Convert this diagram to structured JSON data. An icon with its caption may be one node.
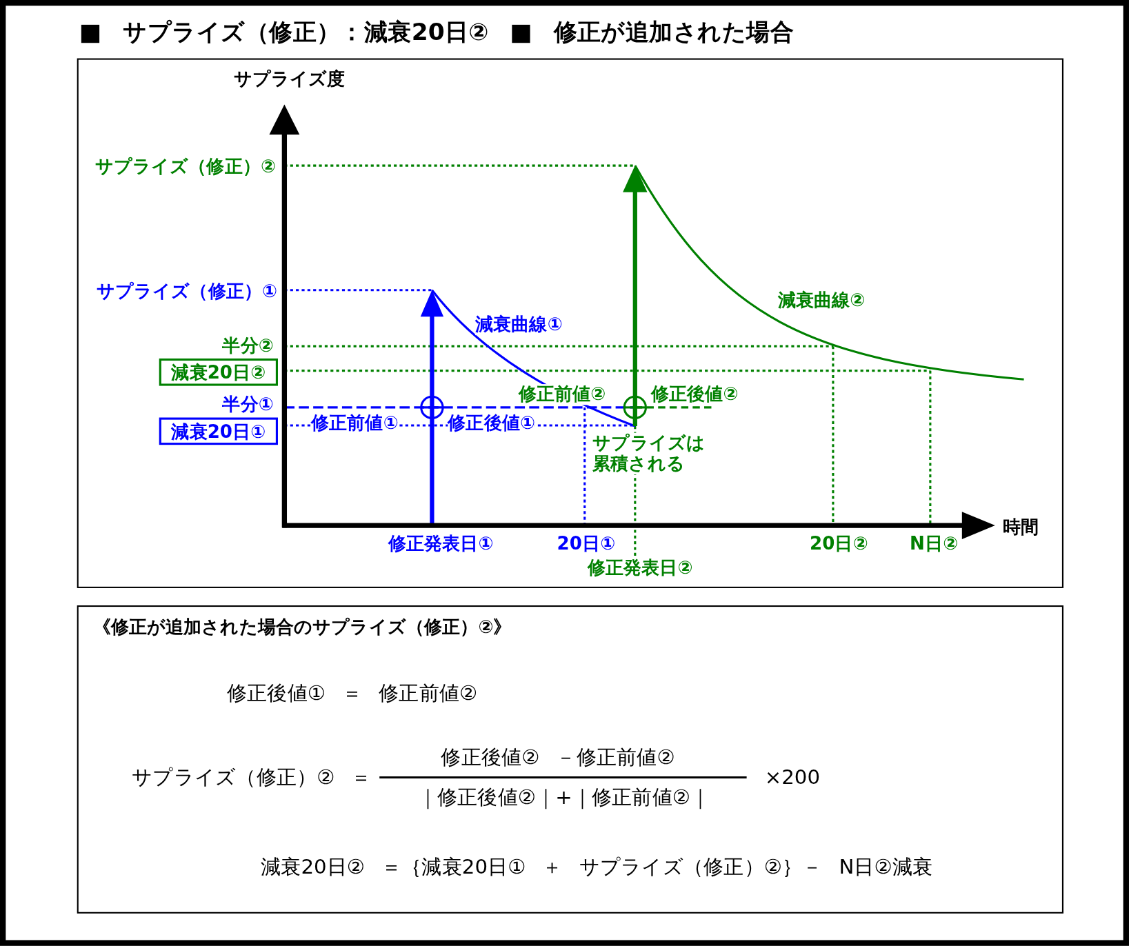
{
  "diagram": {
    "title": "■ サプライズ（修正）：減衰20日② ■ 修正が追加された場合",
    "nodes": [
      {
        "text": [],
        "shape": "box"
      },
      {
        "text": [
          "減衰20日②"
        ],
        "in": 0
      },
      {
        "text": [
          "減衰20日①"
        ],
        "in": 0
      },
      {
        "text": [
          "《修正が追加された場合のサプライズ（修正）②》"
        ]
      }
    ],
    "labels": [
      "サプライズ度",
      "サプライズ（修正）②",
      "サプライズ（修正）①",
      "減衰曲線②",
      "減衰曲線①",
      "半分②",
      "修正前値②",
      "修正後値②",
      "半分①",
      "修正前値①",
      "修正後値①",
      "サプライズは累積される",
      "時間",
      "修正発表日①",
      "20日①",
      "20日②",
      "N日②",
      "修正発表日②",
      "修正後値① ＝ 修正前値②",
      "サプライズ（修正）② ＝",
      "修正後値② －修正前値②",
      "｜修正後値②｜+｜修正前値②｜",
      "×200",
      "減衰20日② ＝｛減衰20日① ＋ サプライズ（修正）②｝－ N日②減衰"
    ]
  }
}
